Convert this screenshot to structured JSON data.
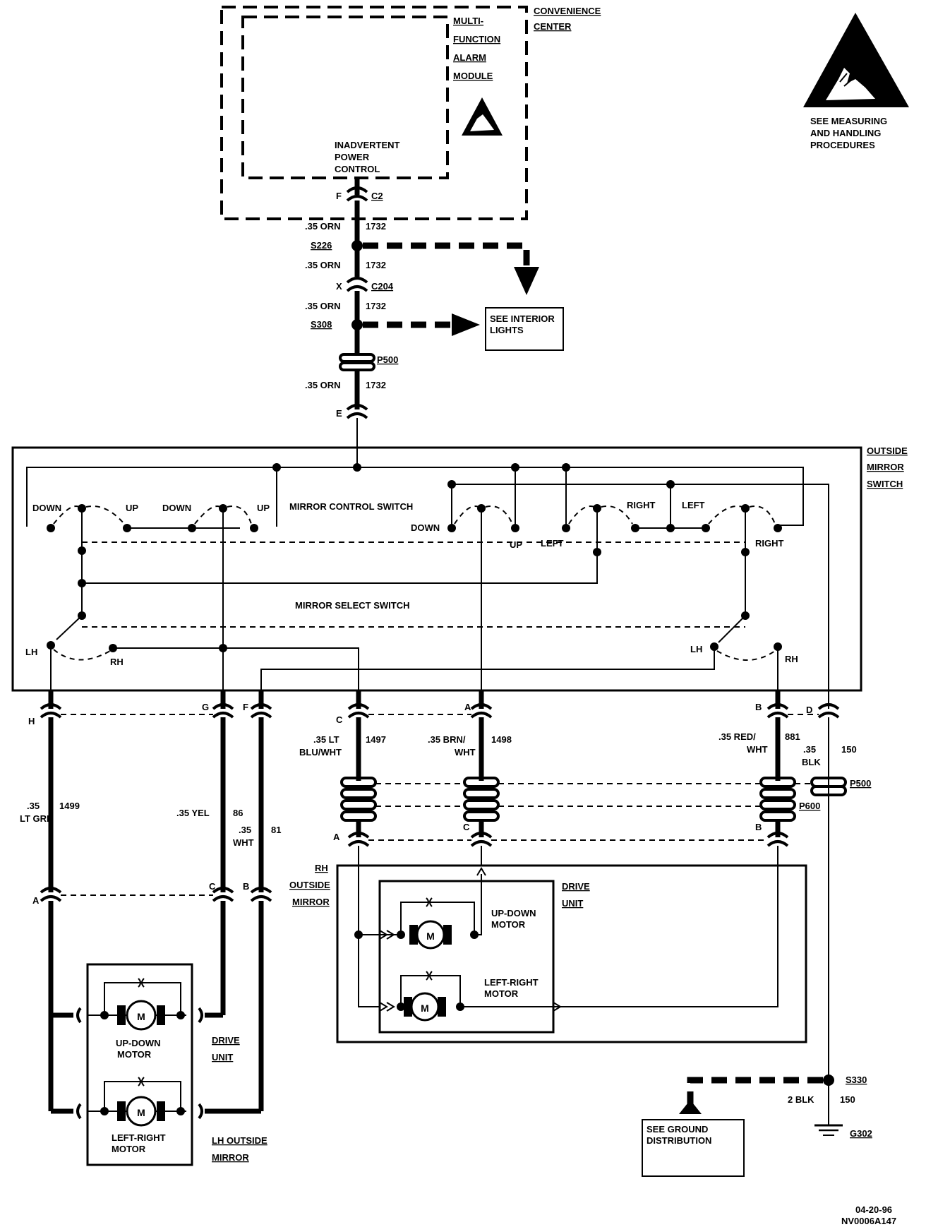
{
  "esd": {
    "lines": [
      "SEE MEASURING",
      "AND HANDLING",
      "PROCEDURES"
    ]
  },
  "convenience_center": {
    "lines": [
      "CONVENIENCE",
      "CENTER"
    ]
  },
  "mfam": {
    "lines": [
      "MULTI-",
      "FUNCTION",
      "ALARM",
      "MODULE"
    ]
  },
  "ipc": {
    "lines": [
      "INADVERTENT",
      "POWER",
      "CONTROL"
    ]
  },
  "feed": {
    "pin_f": "F",
    "c2": "C2",
    "w1_gauge": ".35 ORN",
    "w1_circuit": "1732",
    "s226": "S226",
    "w2_gauge": ".35 ORN",
    "w2_circuit": "1732",
    "pin_x": "X",
    "c204": "C204",
    "w3_gauge": ".35 ORN",
    "w3_circuit": "1732",
    "s308": "S308",
    "p500": "P500",
    "w4_gauge": ".35 ORN",
    "w4_circuit": "1732",
    "pin_e": "E"
  },
  "interior_lights": {
    "lines": [
      "SEE INTERIOR",
      "LIGHTS"
    ]
  },
  "outside_mirror_switch": {
    "lines": [
      "OUTSIDE",
      "MIRROR",
      "SWITCH"
    ]
  },
  "switch": {
    "down1": "DOWN",
    "up1": "UP",
    "down2": "DOWN",
    "up2": "UP",
    "mirror_control_switch": "MIRROR CONTROL SWITCH",
    "down3": "DOWN",
    "up3": "UP",
    "left1": "LEFT",
    "right1": "RIGHT",
    "left2": "LEFT",
    "right2": "RIGHT",
    "mirror_select_switch": "MIRROR SELECT SWITCH",
    "lh1": "LH",
    "rh1": "RH",
    "lh2": "LH",
    "rh2": "RH"
  },
  "pins": {
    "h": "H",
    "g": "G",
    "f": "F",
    "c": "C",
    "a": "A",
    "b": "B",
    "d": "D"
  },
  "wires": {
    "w1499_gauge": [
      ".35",
      "LT GRN"
    ],
    "w1499_circuit": "1499",
    "w86_gauge": ".35 YEL",
    "w86_circuit": "86",
    "w81_gauge": [
      ".35",
      "WHT"
    ],
    "w81_circuit": "81",
    "w1497_gauge": [
      ".35 LT",
      "BLU/WHT"
    ],
    "w1497_circuit": "1497",
    "w1498_gauge": [
      ".35 BRN/",
      "WHT"
    ],
    "w1498_circuit": "1498",
    "w881_gauge": [
      ".35 RED/",
      "WHT"
    ],
    "w881_circuit": "881",
    "w150_gauge": [
      ".35",
      "BLK"
    ],
    "w150_circuit": "150"
  },
  "right_connectors": {
    "p500": "P500",
    "p600": "P600",
    "pin_a": "A",
    "pin_c": "C",
    "pin_b": "B"
  },
  "rh_mirror": {
    "lines": [
      "RH",
      "OUTSIDE",
      "MIRROR"
    ]
  },
  "rh_drive": {
    "lines": [
      "DRIVE",
      "UNIT"
    ],
    "updown": [
      "UP-DOWN",
      "MOTOR"
    ],
    "leftright": [
      "LEFT-RIGHT",
      "MOTOR"
    ],
    "motor_letter": "M"
  },
  "lh_inline": {
    "pin_a": "A",
    "pin_c": "C",
    "pin_b": "B"
  },
  "lh_drive": {
    "lines": [
      "DRIVE",
      "UNIT"
    ],
    "updown": [
      "UP-DOWN",
      "MOTOR"
    ],
    "leftright": [
      "LEFT-RIGHT",
      "MOTOR"
    ],
    "motor_letter": "M"
  },
  "lh_mirror": {
    "lines": [
      "LH OUTSIDE",
      "MIRROR"
    ]
  },
  "ground": {
    "s330": "S330",
    "gauge": "2 BLK",
    "circuit": "150",
    "g302": "G302"
  },
  "ground_dist": {
    "lines": [
      "SEE GROUND",
      "DISTRIBUTION"
    ]
  },
  "footer": {
    "date": "04-20-96",
    "code": "NV0006A147"
  }
}
